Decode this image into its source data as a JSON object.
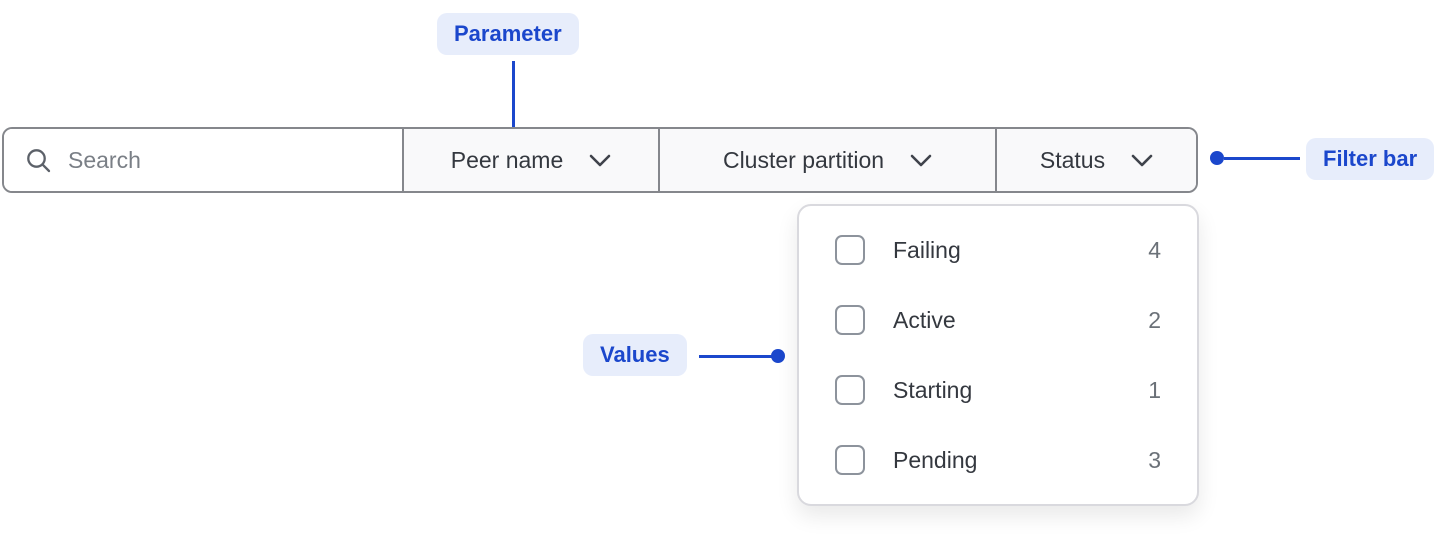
{
  "accent": {
    "annotation_blue": "#1B47CC",
    "annotation_badge_bg": "#E7EDFB"
  },
  "annotations": {
    "parameter": "Parameter",
    "filter_bar": "Filter bar",
    "values": "Values"
  },
  "filter_bar": {
    "search": {
      "placeholder": "Search",
      "icon": "search-icon"
    },
    "dropdowns": [
      {
        "label": "Peer name",
        "icon": "chevron-down-icon"
      },
      {
        "label": "Cluster partition",
        "icon": "chevron-down-icon"
      },
      {
        "label": "Status",
        "icon": "chevron-down-icon",
        "open": true
      }
    ]
  },
  "status_dropdown": {
    "options": [
      {
        "label": "Failing",
        "count": "4",
        "checked": false
      },
      {
        "label": "Active",
        "count": "2",
        "checked": false
      },
      {
        "label": "Starting",
        "count": "1",
        "checked": false
      },
      {
        "label": "Pending",
        "count": "3",
        "checked": false
      }
    ]
  }
}
